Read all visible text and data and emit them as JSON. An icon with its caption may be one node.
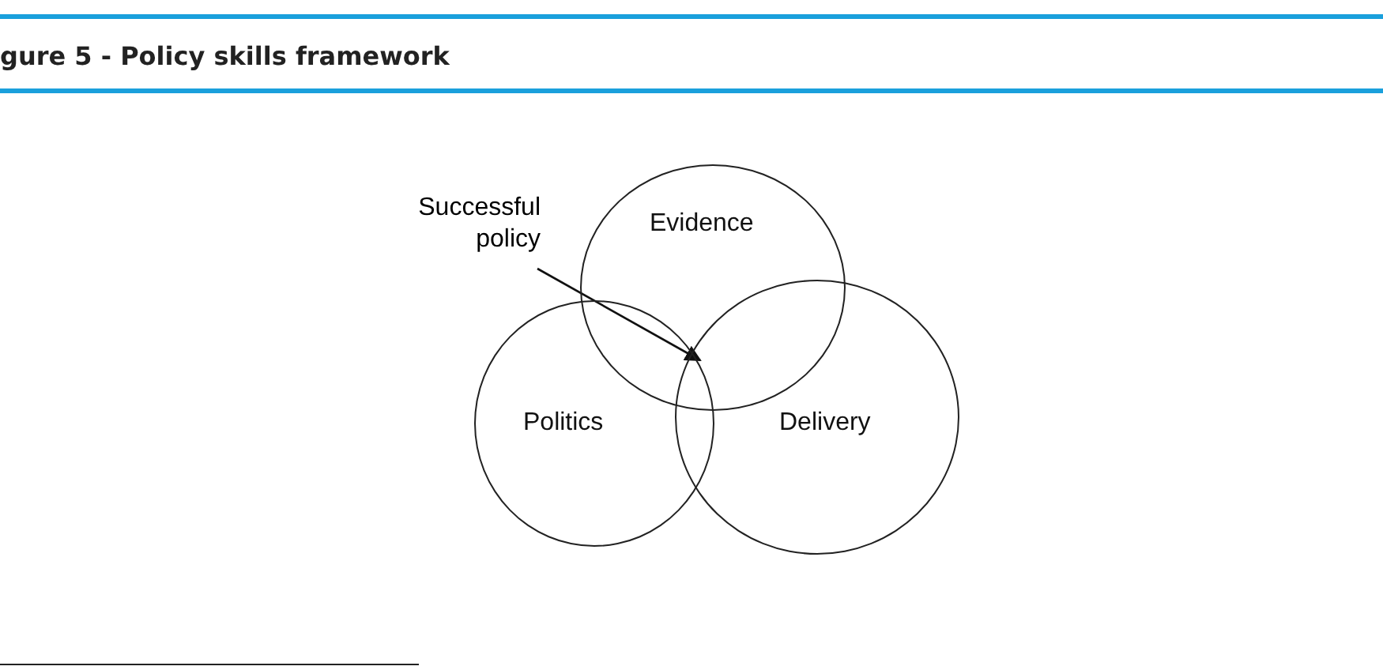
{
  "diagram": {
    "title": "gure 5 - Policy skills framework",
    "nodes": [
      {
        "text": [
          "Successful policy"
        ]
      },
      {
        "text": [
          "Evidence"
        ]
      },
      {
        "text": [
          "Politics"
        ]
      },
      {
        "text": [
          "Delivery"
        ]
      }
    ],
    "edges": [
      {
        "from": 0,
        "to": 2,
        "arrow": "to"
      }
    ]
  }
}
